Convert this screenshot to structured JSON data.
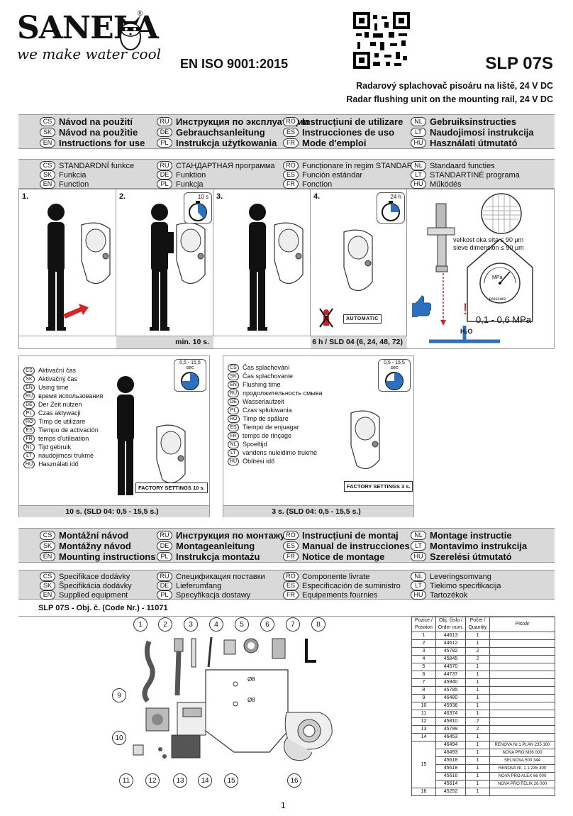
{
  "brand": {
    "name": "SANELA",
    "slogan": "we make water cool",
    "reg": "®"
  },
  "iso": "EN ISO 9001:2015",
  "model": "SLP 07S",
  "subtitle_cs": "Radarový splachovač pisoáru na liště, 24 V DC",
  "subtitle_en": "Radar flushing unit on the mounting rail, 24 V DC",
  "instructions_header": [
    {
      "code": "CS",
      "text": "Návod na použití"
    },
    {
      "code": "RU",
      "text": "Инструкция по эксплуатации"
    },
    {
      "code": "RO",
      "text": "Instrucțiuni de utilizare"
    },
    {
      "code": "NL",
      "text": "Gebruiksinstructies"
    },
    {
      "code": "SK",
      "text": "Návod na použitie"
    },
    {
      "code": "DE",
      "text": "Gebrauchsanleitung"
    },
    {
      "code": "ES",
      "text": "Instrucciones de uso"
    },
    {
      "code": "LT",
      "text": "Naudojimosi instrukcija"
    },
    {
      "code": "EN",
      "text": "Instructions for use"
    },
    {
      "code": "PL",
      "text": "Instrukcja użytkowania"
    },
    {
      "code": "FR",
      "text": "Mode d'emploi"
    },
    {
      "code": "HU",
      "text": "Használati útmutató"
    }
  ],
  "function_header": [
    {
      "code": "CS",
      "text": "STANDARDNÍ funkce"
    },
    {
      "code": "RU",
      "text": "СТАНДАРТНАЯ программа"
    },
    {
      "code": "RO",
      "text": "Funcționare în regim STANDARD"
    },
    {
      "code": "NL",
      "text": "Standaard functies"
    },
    {
      "code": "SK",
      "text": "Funkcia"
    },
    {
      "code": "DE",
      "text": "Funktion"
    },
    {
      "code": "ES",
      "text": "Función estándar"
    },
    {
      "code": "LT",
      "text": "STANDARTINĖ programa"
    },
    {
      "code": "EN",
      "text": "Function"
    },
    {
      "code": "PL",
      "text": "Funkcja"
    },
    {
      "code": "FR",
      "text": "Fonction"
    },
    {
      "code": "HU",
      "text": "Működés"
    }
  ],
  "steps": [
    {
      "num": "1.",
      "timer": ""
    },
    {
      "num": "2.",
      "timer": "10 s"
    },
    {
      "num": "3.",
      "timer": ""
    },
    {
      "num": "4.",
      "timer": "24 h",
      "badge": "AUTOMATIC"
    }
  ],
  "captions": {
    "c2": "min. 10 s.",
    "c4": "6 h / SLD 04 (6, 24, 48, 72)"
  },
  "filter": {
    "line1": "velikost oka síta ≤ 90 µm",
    "line2": "sieve dimension ≤ 90 µm",
    "pressure": "0,1 - 0,6 MPa",
    "gauge_unit": "MPa",
    "gauge_label": "pressure",
    "h2o": "H₂O",
    "warn": "!"
  },
  "using_time": {
    "timer": "0,5 - 15,5 sec",
    "items": [
      {
        "code": "CS",
        "text": "Aktivační čas"
      },
      {
        "code": "SK",
        "text": "Aktivačný čas"
      },
      {
        "code": "EN",
        "text": "Using time"
      },
      {
        "code": "RU",
        "text": "время использования"
      },
      {
        "code": "DE",
        "text": "Der Zeit nutzen"
      },
      {
        "code": "PL",
        "text": "Czas aktywacji"
      },
      {
        "code": "RO",
        "text": "Timp de utilizare"
      },
      {
        "code": "ES",
        "text": "Tiempo de activación"
      },
      {
        "code": "FR",
        "text": "temps d'utilisation"
      },
      {
        "code": "NL",
        "text": "Tijd gebruik"
      },
      {
        "code": "LT",
        "text": "naudojimosi trukmė"
      },
      {
        "code": "HU",
        "text": "Használati idő"
      }
    ],
    "factory": "FACTORY SETTINGS 10 s.",
    "caption": "10 s. (SLD 04: 0,5 - 15,5 s.)"
  },
  "flushing_time": {
    "timer": "0,5 - 15,5 sec",
    "items": [
      {
        "code": "CS",
        "text": "Čas splachování"
      },
      {
        "code": "SK",
        "text": "Čas splachovanie"
      },
      {
        "code": "EN",
        "text": "Flushing time"
      },
      {
        "code": "RU",
        "text": "продолжительность смыва"
      },
      {
        "code": "DE",
        "text": "Wasserlaufzeit"
      },
      {
        "code": "PL",
        "text": "Czas spłukiwania"
      },
      {
        "code": "RO",
        "text": "Timp de spălare"
      },
      {
        "code": "ES",
        "text": "Tiempo de enjuagar"
      },
      {
        "code": "FR",
        "text": "temps de rinçage"
      },
      {
        "code": "NL",
        "text": "Spoeltijd"
      },
      {
        "code": "LT",
        "text": "vandens nuleidimo trukmė"
      },
      {
        "code": "HU",
        "text": "Öblítési idő"
      }
    ],
    "factory": "FACTORY SETTINGS 3 s.",
    "caption": "3 s. (SLD 04: 0,5 - 15,5 s.)"
  },
  "mounting_header": [
    {
      "code": "CS",
      "text": "Montážní návod"
    },
    {
      "code": "RU",
      "text": "Инструкция по монтажу"
    },
    {
      "code": "RO",
      "text": "Instrucțiuni de montaj"
    },
    {
      "code": "NL",
      "text": "Montage instructie"
    },
    {
      "code": "SK",
      "text": "Montážny návod"
    },
    {
      "code": "DE",
      "text": "Montageanleitung"
    },
    {
      "code": "ES",
      "text": "Manual de instrucciones"
    },
    {
      "code": "LT",
      "text": "Montavimo instrukcija"
    },
    {
      "code": "EN",
      "text": "Mounting instructions"
    },
    {
      "code": "PL",
      "text": "Instrukcja montażu"
    },
    {
      "code": "FR",
      "text": "Notice de montage"
    },
    {
      "code": "HU",
      "text": "Szerelési útmutató"
    }
  ],
  "equipment_header": [
    {
      "code": "CS",
      "text": "Specifikace dodávky"
    },
    {
      "code": "RU",
      "text": "Спецификация поставки"
    },
    {
      "code": "RO",
      "text": "Componente livrate"
    },
    {
      "code": "NL",
      "text": "Leveringsomvang"
    },
    {
      "code": "SK",
      "text": "Špecifikácia dodávky"
    },
    {
      "code": "DE",
      "text": "Lieferumfang"
    },
    {
      "code": "ES",
      "text": "Especificación de suministro"
    },
    {
      "code": "LT",
      "text": "Tiekimo specifikacija"
    },
    {
      "code": "EN",
      "text": "Supplied equipment"
    },
    {
      "code": "PL",
      "text": "Specyfikacja dostawy"
    },
    {
      "code": "FR",
      "text": "Equipements fournies"
    },
    {
      "code": "HU",
      "text": "Tartozékok"
    }
  ],
  "code_line": "SLP 07S - Obj. č. (Code Nr.) - 11071",
  "callouts": [
    "1",
    "2",
    "3",
    "4",
    "5",
    "6",
    "7",
    "8",
    "9",
    "10",
    "11",
    "12",
    "13",
    "14",
    "15",
    "16"
  ],
  "dims": {
    "d1": "Ø8",
    "d2": "Ø8"
  },
  "parts_table": {
    "headers": [
      "Pozice / Position",
      "Obj. číslo / Order num.",
      "Počet / Quantity",
      "Pisoár"
    ],
    "rows": [
      [
        "1",
        "44613",
        "1",
        ""
      ],
      [
        "2",
        "44612",
        "1",
        ""
      ],
      [
        "3",
        "45782",
        "2",
        ""
      ],
      [
        "4",
        "45845",
        "2",
        ""
      ],
      [
        "5",
        "44570",
        "1",
        ""
      ],
      [
        "6",
        "44737",
        "1",
        ""
      ],
      [
        "7",
        "45940",
        "1",
        ""
      ],
      [
        "8",
        "45785",
        "1",
        ""
      ],
      [
        "9",
        "46480",
        "1",
        ""
      ],
      [
        "10",
        "45936",
        "1",
        ""
      ],
      [
        "11",
        "46374",
        "1",
        ""
      ],
      [
        "12",
        "45810",
        "2",
        ""
      ],
      [
        "13",
        "45789",
        "2",
        ""
      ],
      [
        "14",
        "46453",
        "1",
        ""
      ]
    ],
    "pos15": "15",
    "rows15": [
      [
        "46494",
        "1",
        "RENOVA Nr.1 PLAN 235 100"
      ],
      [
        "46493",
        "1",
        "NOVA PRO M36 000"
      ],
      [
        "45618",
        "1",
        "SELNOVA 500 344"
      ],
      [
        "45618",
        "1",
        "RENOVA Nr. 1 1 235 300"
      ],
      [
        "45616",
        "1",
        "NOVA PRO ALEX 66 000"
      ],
      [
        "45614",
        "1",
        "NOVA PRO FELIX 26 000"
      ]
    ],
    "row16": [
      "16",
      "45252",
      "1",
      ""
    ]
  },
  "page": "1"
}
